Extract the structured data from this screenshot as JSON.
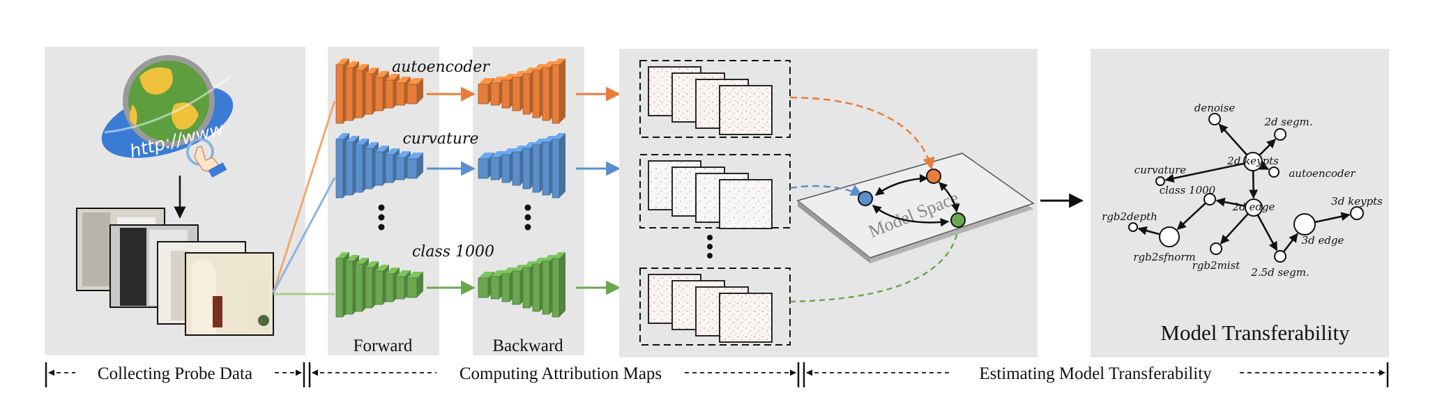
{
  "probe_panel": {
    "url_text": "http://www"
  },
  "network_panel": {
    "task_labels": [
      "autoencoder",
      "curvature",
      "class 1000"
    ],
    "forward_label": "Forward",
    "backward_label": "Backward"
  },
  "model_space": {
    "label": "Model Space"
  },
  "transferability_panel": {
    "title": "Model Transferability",
    "nodes": [
      "denoise",
      "2d segm.",
      "2d keypts",
      "curvature",
      "autoencoder",
      "class 1000",
      "2d edge",
      "3d keypts",
      "rgb2depth",
      "rgb2sfnorm",
      "rgb2mist",
      "3d edge",
      "2.5d segm."
    ]
  },
  "stages": [
    "Collecting Probe Data",
    "Computing Attribution Maps",
    "Estimating Model Transferability"
  ],
  "colors": {
    "orange": "#e67e3a",
    "blue": "#5b8fcb",
    "green": "#6aa84f",
    "panel": "#e6e6e6"
  }
}
